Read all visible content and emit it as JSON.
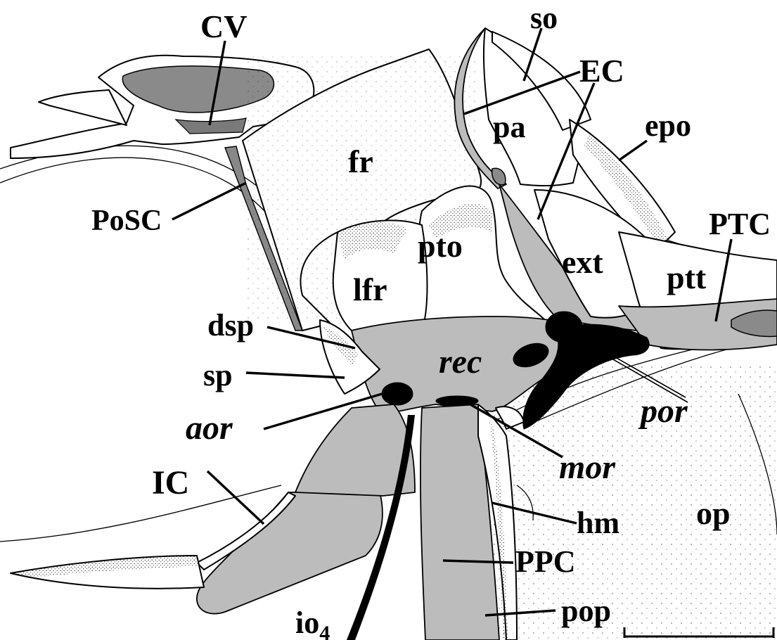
{
  "labels": {
    "cv": "CV",
    "so": "so",
    "ec": "EC",
    "pa": "pa",
    "epo": "epo",
    "fr": "fr",
    "posc": "PoSC",
    "ptc": "PTC",
    "pto": "pto",
    "ext": "ext",
    "ptt": "ptt",
    "lfr": "lfr",
    "dsp": "dsp",
    "rec": "rec",
    "sp": "sp",
    "aor": "aor",
    "por": "por",
    "mor": "mor",
    "ic": "IC",
    "hm": "hm",
    "op": "op",
    "ppc": "PPC",
    "io4": "io",
    "io4_sub": "4",
    "pop": "pop"
  }
}
